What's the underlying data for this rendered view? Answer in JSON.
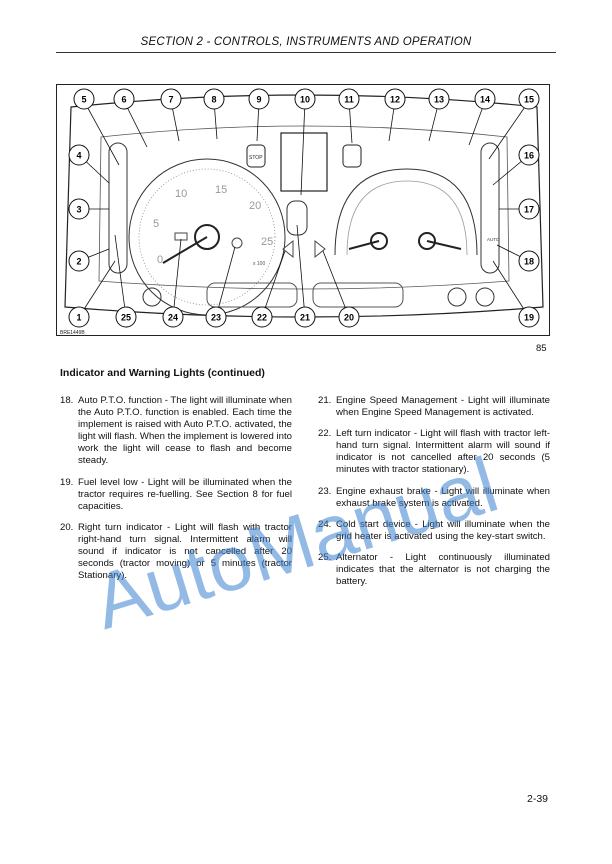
{
  "header": {
    "title": "SECTION 2  - CONTROLS, INSTRUMENTS AND OPERATION"
  },
  "figure": {
    "code": "BRE1449B",
    "number": "85",
    "callouts": [
      "1",
      "2",
      "3",
      "4",
      "5",
      "6",
      "7",
      "8",
      "9",
      "10",
      "11",
      "12",
      "13",
      "14",
      "15",
      "16",
      "17",
      "18",
      "19",
      "20",
      "21",
      "22",
      "23",
      "24",
      "25"
    ],
    "tacho_labels": [
      "5",
      "10",
      "15",
      "20",
      "25",
      "0"
    ],
    "tacho_unit": "x 100",
    "auto_label": "AUTO",
    "stop_label": "STOP"
  },
  "section": {
    "title": "Indicator and Warning Lights (continued)"
  },
  "left_items": [
    {
      "num": "18.",
      "text": "Auto P.T.O. function - The light will illuminate when the Auto P.T.O. function is enabled. Each time the implement is raised with Auto P.T.O. activated, the light will flash. When the implement is lowered into work the light will cease to flash and become steady."
    },
    {
      "num": "19.",
      "text": "Fuel level low - Light will be illuminated when the tractor requires re-fuelling. See Section 8 for fuel capacities."
    },
    {
      "num": "20.",
      "text": "Right turn indicator - Light will flash with tractor right-hand turn signal. Intermittent alarm will sound if indicator is not cancelled after 20 seconds (tractor moving) or 5 minutes (tractor Stationary)."
    }
  ],
  "right_items": [
    {
      "num": "21.",
      "text": "Engine Speed Management - Light will illuminate when Engine Speed Management is activated."
    },
    {
      "num": "22.",
      "text": "Left turn indicator - Light will flash with tractor left-hand turn signal. Intermittent alarm will sound if indicator is not cancelled after 20 seconds (5 minutes with tractor stationary)."
    },
    {
      "num": "23.",
      "text": "Engine exhaust brake - Light will illuminate when exhaust brake system is activated."
    },
    {
      "num": "24.",
      "text": "Cold start device - Light will illuminate when the grid heater is activated using the key-start switch."
    },
    {
      "num": "25.",
      "text": "Alternator - Light continuously illuminated indicates that the alternator is not charging the battery."
    }
  ],
  "watermark": {
    "text": "AutoManual",
    "color": "#3a7fd0"
  },
  "footer": {
    "page": "2-39"
  }
}
